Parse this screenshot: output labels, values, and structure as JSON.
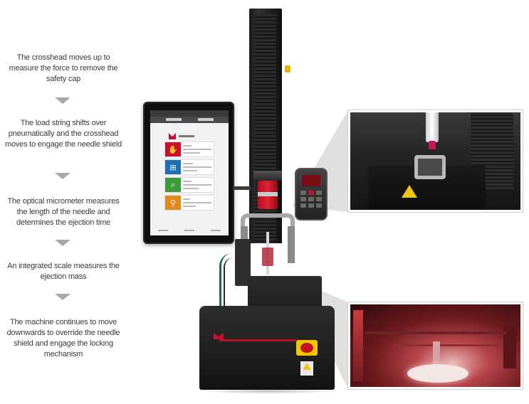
{
  "steps": [
    {
      "text": "The crosshead moves up to measure the force to remove the safety cap"
    },
    {
      "text": "The load string shifts over pneumatically and the crosshead moves to engage the needle shield"
    },
    {
      "text": "The optical micrometer measures the length of the needle and determines the ejection time"
    },
    {
      "text": "An integrated scale measures the ejection mass"
    },
    {
      "text": "The machine continues to move downwards to override the needle shield and engage the locking mechanism"
    }
  ],
  "colors": {
    "brand_red": "#c8102e",
    "arrow_gray": "#a9a9a9",
    "text": "#3a3a3a",
    "estop_yellow": "#f3c400"
  },
  "icons": [
    "arrow-down-icon",
    "brand-logo-icon",
    "warning-icon",
    "emergency-stop-icon"
  ]
}
